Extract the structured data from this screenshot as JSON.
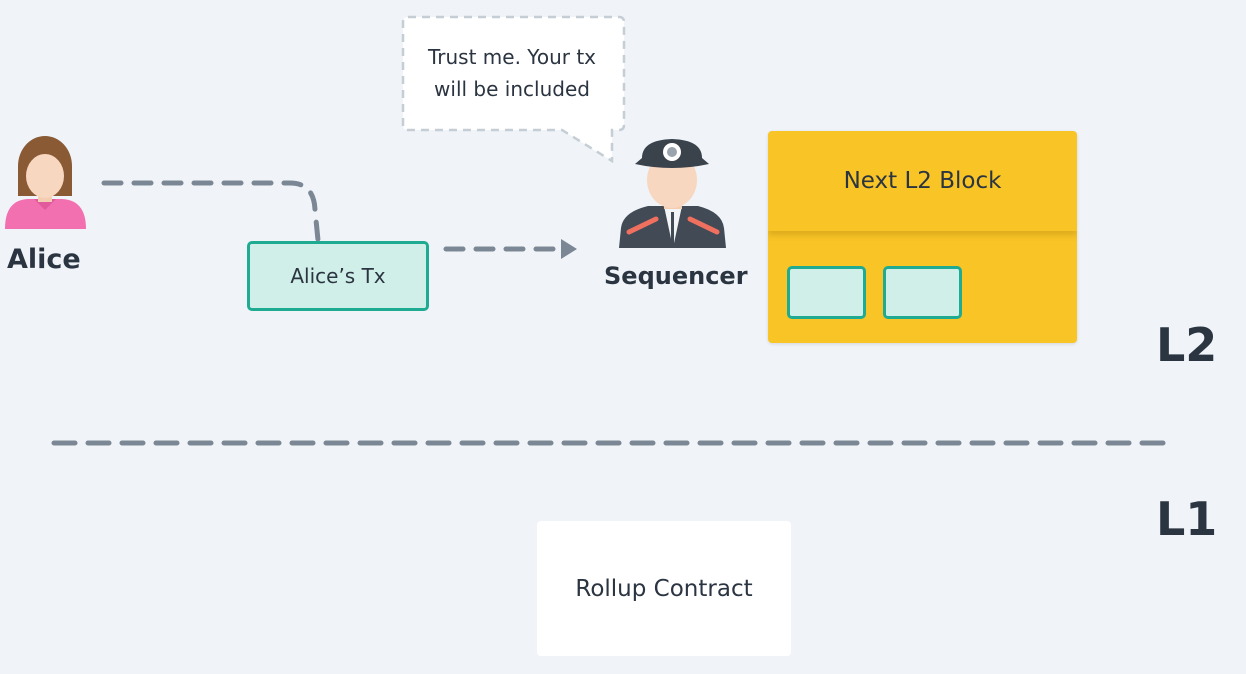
{
  "speech_bubble": {
    "line1": "Trust me. Your tx",
    "line2": "will be included"
  },
  "actors": {
    "alice": {
      "label": "Alice",
      "icon": "user-female-icon"
    },
    "sequencer": {
      "label": "Sequencer",
      "icon": "sequencer-officer-icon"
    }
  },
  "transaction": {
    "label": "Alice’s Tx"
  },
  "l2_block": {
    "title": "Next L2 Block"
  },
  "layers": {
    "l2": "L2",
    "l1": "L1"
  },
  "rollup_contract": {
    "label": "Rollup Contract"
  },
  "colors": {
    "background": "#f0f4f8",
    "text": "#2b3441",
    "dash": "#7b8794",
    "tx_fill": "#d1efe9",
    "tx_border": "#1fab92",
    "block": "#f8c426",
    "contract": "#ffffff"
  }
}
